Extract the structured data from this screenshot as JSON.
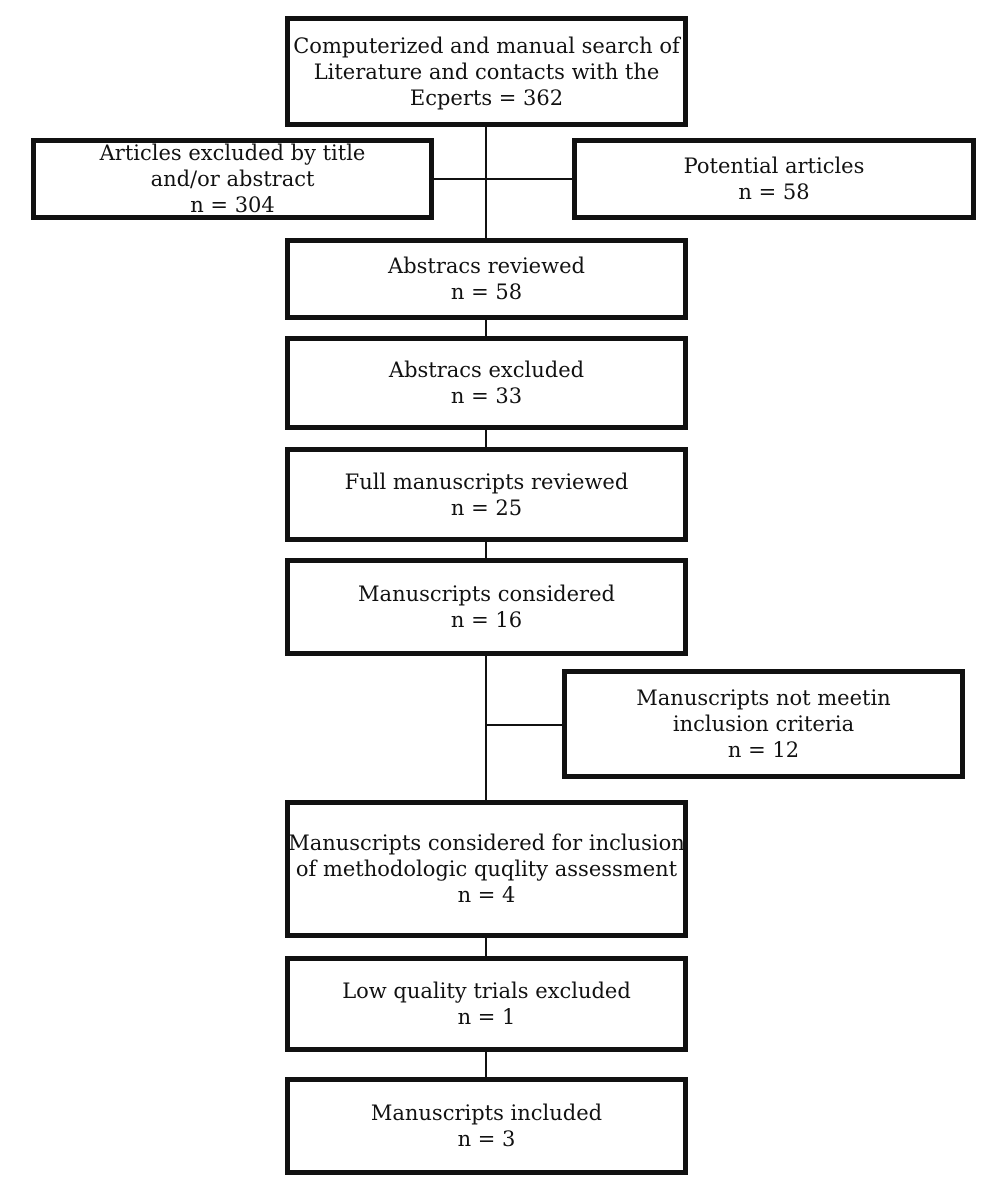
{
  "boxes": {
    "search": {
      "lines": [
        "Computerized and manual search of",
        "Literature and contacts with the",
        "Ecperts = 362"
      ]
    },
    "excluded_title": {
      "lines": [
        "Articles excluded by title",
        "and/or abstract",
        "n = 304"
      ]
    },
    "potential": {
      "lines": [
        "Potential articles",
        "n = 58"
      ]
    },
    "abstracts_reviewed": {
      "lines": [
        "Abstracs reviewed",
        "n = 58"
      ]
    },
    "abstracts_excluded": {
      "lines": [
        "Abstracs excluded",
        "n = 33"
      ]
    },
    "full_reviewed": {
      "lines": [
        "Full manuscripts reviewed",
        "n = 25"
      ]
    },
    "considered": {
      "lines": [
        "Manuscripts considered",
        "n = 16"
      ]
    },
    "not_meeting": {
      "lines": [
        "Manuscripts not meetin",
        "inclusion criteria",
        "n = 12"
      ]
    },
    "quality_assessment": {
      "lines": [
        "Manuscripts considered for inclusion",
        "of methodologic quqlity assessment",
        "n = 4"
      ]
    },
    "low_quality": {
      "lines": [
        "Low quality trials excluded",
        "n = 1"
      ]
    },
    "included": {
      "lines": [
        "Manuscripts  included",
        "n = 3"
      ]
    }
  }
}
